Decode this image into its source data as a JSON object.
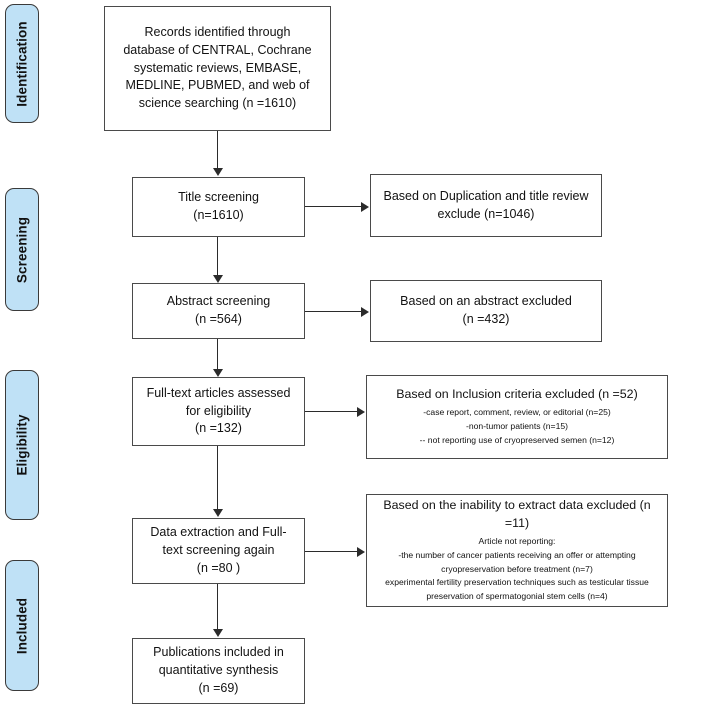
{
  "diagram": {
    "type": "prisma-flow-diagram",
    "accent_color": "#bfe1f6",
    "border_color": "#4a4a4a",
    "stages": [
      {
        "label": "Identification"
      },
      {
        "label": "Screening"
      },
      {
        "label": "Eligibility"
      },
      {
        "label": "Included"
      }
    ],
    "boxes": {
      "records_identified": {
        "lines": [
          "Records identified through",
          "database of CENTRAL, Cochrane",
          "systematic reviews, EMBASE,",
          "MEDLINE, PUBMED, and web of",
          "science searching (n =1610)"
        ]
      },
      "title_screening": {
        "lines": [
          "Title screening",
          "(n=1610)"
        ]
      },
      "title_excluded": {
        "lines": [
          "Based on Duplication and title review",
          "exclude (n=1046)"
        ]
      },
      "abstract_screening": {
        "lines": [
          "Abstract screening",
          "(n =564)"
        ]
      },
      "abstract_excluded": {
        "lines": [
          "Based on an abstract excluded",
          "(n =432)"
        ]
      },
      "fulltext_assessed": {
        "lines": [
          "Full-text articles assessed",
          "for eligibility",
          "(n =132)"
        ]
      },
      "inclusion_excluded": {
        "heading": "Based on Inclusion criteria excluded (n =52)",
        "details": [
          "-case report, comment, review, or editorial (n=25)",
          "-non-tumor patients (n=15)",
          "-- not reporting use of cryopreserved semen (n=12)"
        ]
      },
      "data_extraction": {
        "lines": [
          "Data extraction and Full-",
          "text screening again",
          "(n =80 )"
        ]
      },
      "extraction_excluded": {
        "heading": "Based on the inability to extract data excluded (n =11)",
        "details": [
          "Article not reporting:",
          "-the number of cancer patients receiving an offer or attempting",
          "cryopreservation before treatment (n=7)",
          "experimental fertility preservation techniques such as testicular tissue",
          "preservation of spermatogonial stem cells (n=4)"
        ]
      },
      "publications_included": {
        "lines": [
          "Publications included in",
          "quantitative synthesis",
          "(n =69)"
        ]
      }
    }
  }
}
